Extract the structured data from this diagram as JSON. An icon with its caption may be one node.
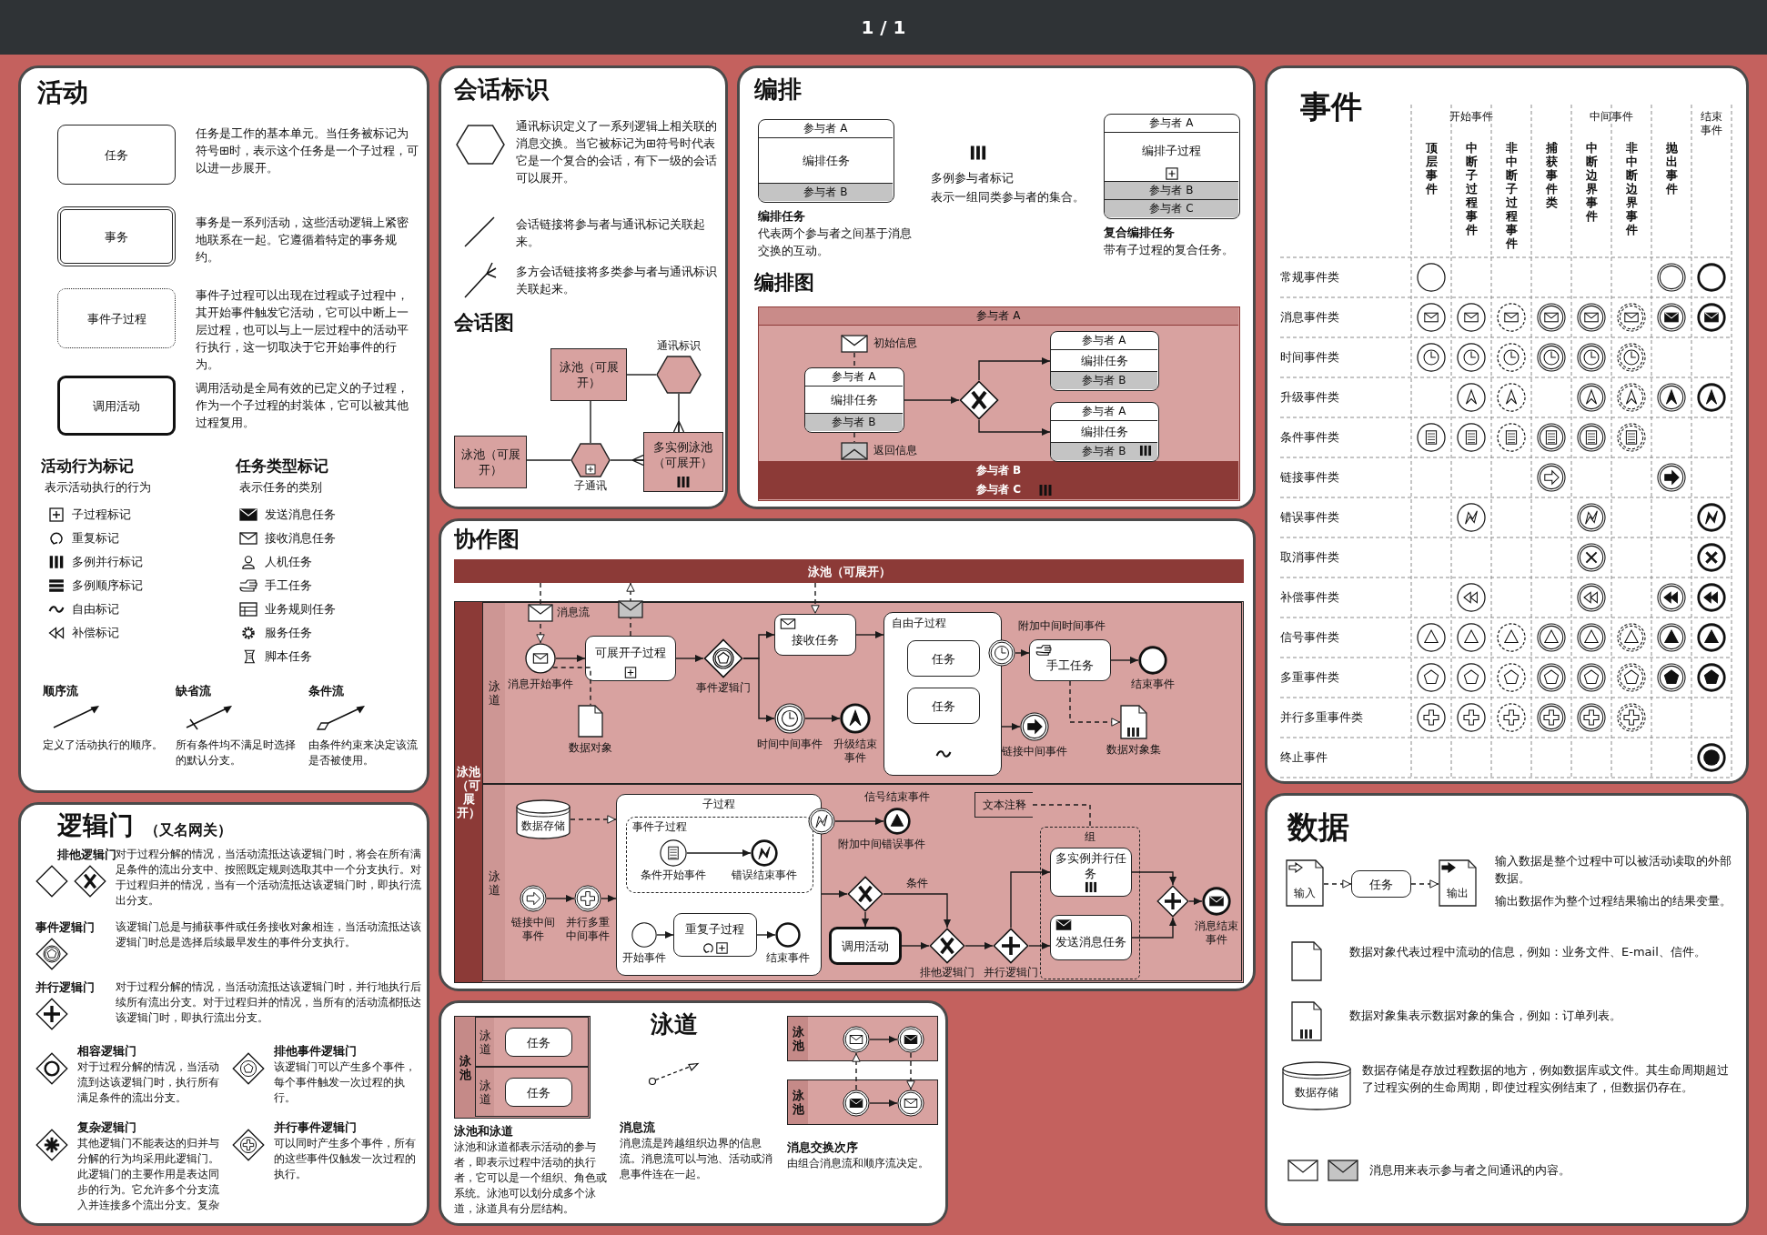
{
  "diagram": {
    "nodes": [
      {
        "text": [
          "活动"
        ]
      },
      {
        "text": [
          "任务"
        ],
        "in": 0,
        "beside": [
          "任务是工作的基本单元。当任务被标记为符号⊞时，表示这个任务是一个子过程，可以进一步展开。"
        ]
      },
      {
        "text": [
          "事务"
        ],
        "in": 0,
        "beside": [
          "事务是一系列活动，这些活动逻辑上紧密地联系在一起。它遵循着特定的事务规约。"
        ]
      },
      {
        "text": [
          "事件子过程"
        ],
        "in": 0,
        "beside": [
          "事件子过程可以出现在过程或子过程中，其开始事件触发它活动，它可以中断上一层过程，也可以与上一层过程中的活动平行执行，这一切取决于它开始事件的行为。"
        ]
      },
      {
        "text": [
          "调用活动"
        ],
        "in": 0,
        "beside": [
          "调用活动是全局有效的已定义的子过程，作为一个子过程的封装体，它可以被其他过程复用。"
        ]
      },
      {
        "text": [
          "会话标识"
        ]
      },
      {
        "text": [],
        "shape": "hexagon",
        "in": 5,
        "beside": [
          "通讯标识定义了一系列逻辑上相关联的消息交换。当它被标记为⊞符号时代表它是一个复合的会话，有下一级的会话可以展开。"
        ]
      },
      {
        "text": [
          "泳池（可展开）"
        ],
        "in": 5
      },
      {
        "text": [],
        "shape": "hexagon",
        "in": 5,
        "beside": [
          "通讯标识"
        ]
      },
      {
        "text": [
          "泳池（可展开）"
        ],
        "in": 5
      },
      {
        "text": [],
        "shape": "hexagon",
        "in": 5,
        "beside": [
          "子通讯"
        ]
      },
      {
        "text": [
          "多实例泳池（可展开）"
        ],
        "in": 5
      },
      {
        "text": [
          "编排"
        ]
      },
      {
        "text": [
          "参与者 A",
          "编排任务",
          "参与者 B"
        ],
        "in": 12,
        "beside": [
          "编排任务",
          "代表两个参与者之间基于消息交换的互动。"
        ]
      },
      {
        "text": [
          "参与者 A",
          "编排子过程",
          "参与者 B",
          "参与者 C"
        ],
        "in": 12,
        "beside": [
          "复合编排任务",
          "带有子过程的复合任务。"
        ]
      },
      {
        "text": [
          "参与者 A",
          "参与者 B",
          "参与者 C"
        ],
        "in": 12
      },
      {
        "text": [],
        "shape": "envelope",
        "in": 15,
        "beside": [
          "初始信息"
        ]
      },
      {
        "text": [
          "参与者 A",
          "编排任务",
          "参与者 B"
        ],
        "in": 15
      },
      {
        "text": [],
        "shape": "envelope",
        "in": 15,
        "beside": [
          "返回信息"
        ]
      },
      {
        "text": [],
        "shape": "diamond",
        "in": 15
      },
      {
        "text": [
          "参与者 A",
          "编排任务",
          "参与者 B"
        ],
        "in": 15
      },
      {
        "text": [
          "参与者 A",
          "编排任务",
          "参与者 B"
        ],
        "in": 15
      },
      {
        "text": [
          "协作图"
        ]
      },
      {
        "text": [
          "泳池（可展开）"
        ],
        "in": 22
      },
      {
        "text": [
          "泳池（可展开）"
        ],
        "in": 22
      },
      {
        "text": [
          "泳道"
        ],
        "in": 24
      },
      {
        "text": [
          "泳道"
        ],
        "in": 24
      },
      {
        "text": [],
        "shape": "circle",
        "in": 25,
        "beside": [
          "消息开始事件"
        ]
      },
      {
        "text": [],
        "shape": "document",
        "in": 25,
        "beside": [
          "数据对象"
        ]
      },
      {
        "text": [
          "可展开子过程"
        ],
        "in": 25
      },
      {
        "text": [],
        "shape": "diamond",
        "in": 25,
        "beside": [
          "事件逻辑门"
        ]
      },
      {
        "text": [
          "接收任务"
        ],
        "in": 25
      },
      {
        "text": [],
        "shape": "circle",
        "in": 25,
        "beside": [
          "时间中间事件"
        ]
      },
      {
        "text": [],
        "shape": "circle",
        "in": 25,
        "beside": [
          "升级结束事件"
        ]
      },
      {
        "text": [
          "自由子过程"
        ],
        "in": 25
      },
      {
        "text": [
          "任务"
        ],
        "in": 34
      },
      {
        "text": [
          "任务"
        ],
        "in": 34
      },
      {
        "text": [],
        "shape": "circle",
        "in": 25,
        "beside": [
          "附加中间时间事件"
        ]
      },
      {
        "text": [
          "手工任务"
        ],
        "in": 25
      },
      {
        "text": [],
        "shape": "circle",
        "in": 25,
        "beside": [
          "结束事件"
        ]
      },
      {
        "text": [],
        "shape": "circle",
        "in": 25,
        "beside": [
          "链接中间事件"
        ]
      },
      {
        "text": [],
        "shape": "document",
        "in": 25,
        "beside": [
          "数据对象集"
        ]
      },
      {
        "text": [
          "数据存储"
        ],
        "in": 26
      },
      {
        "text": [],
        "shape": "circle",
        "in": 26,
        "beside": [
          "链接中间事件"
        ]
      },
      {
        "text": [],
        "shape": "circle",
        "in": 26,
        "beside": [
          "并行多重中间事件"
        ]
      },
      {
        "text": [
          "子过程"
        ],
        "in": 26
      },
      {
        "text": [
          "事件子过程"
        ],
        "in": 45
      },
      {
        "text": [],
        "shape": "circle",
        "in": 46,
        "beside": [
          "条件开始事件"
        ]
      },
      {
        "text": [],
        "shape": "circle",
        "in": 46,
        "beside": [
          "错误结束事件"
        ]
      },
      {
        "text": [],
        "shape": "circle",
        "in": 45,
        "beside": [
          "开始事件"
        ]
      },
      {
        "text": [
          "重复子过程"
        ],
        "in": 45
      },
      {
        "text": [],
        "shape": "circle",
        "in": 45,
        "beside": [
          "结束事件"
        ]
      },
      {
        "text": [],
        "shape": "circle",
        "in": 26,
        "beside": [
          "附加中间错误事件"
        ]
      },
      {
        "text": [],
        "shape": "circle",
        "in": 26,
        "beside": [
          "信号结束事件"
        ]
      },
      {
        "text": [],
        "shape": "diamond",
        "in": 26
      },
      {
        "text": [
          "调用活动"
        ],
        "in": 26
      },
      {
        "text": [],
        "shape": "diamond",
        "in": 26,
        "beside": [
          "排他逻辑门"
        ]
      },
      {
        "text": [],
        "shape": "diamond",
        "in": 26,
        "beside": [
          "并行逻辑门"
        ]
      },
      {
        "text": [
          "组"
        ],
        "in": 26
      },
      {
        "text": [
          "多实例并行任务"
        ],
        "in": 58
      },
      {
        "text": [
          "发送消息任务"
        ],
        "in": 58
      },
      {
        "text": [
          "文本注释"
        ],
        "in": 26
      },
      {
        "text": [],
        "shape": "diamond",
        "in": 26
      },
      {
        "text": [],
        "shape": "circle",
        "in": 26,
        "beside": [
          "消息结束事件"
        ]
      },
      {
        "text": [
          "事件"
        ]
      },
      {
        "text": [
          "逻辑门",
          "（又名网关）"
        ]
      },
      {
        "text": [],
        "shape": "diamond",
        "in": 65
      },
      {
        "text": [],
        "shape": "diamond",
        "in": 65,
        "beside": [
          "排他逻辑门",
          "对于过程分解的情况，当活动流抵达该逻辑门时，将会在所有满足条件的流出分支中、按照既定规则选取其中一个分支执行。对于过程归并的情况，当有一个活动流抵达该逻辑门时，即执行流出分支。"
        ]
      },
      {
        "text": [],
        "shape": "diamond",
        "in": 65,
        "beside": [
          "事件逻辑门",
          "该逻辑门总是与捕获事件或任务接收对象相连，当活动流抵达该逻辑门时总是选择后续最早发生的事件分支执行。"
        ]
      },
      {
        "text": [],
        "shape": "diamond",
        "in": 65,
        "beside": [
          "并行逻辑门",
          "对于过程分解的情况，当活动流抵达该逻辑门时，并行地执行后续所有流出分支。对于过程归并的情况，当所有的活动流都抵达该逻辑门时，即执行流出分支。"
        ]
      },
      {
        "text": [],
        "shape": "diamond",
        "in": 65,
        "beside": [
          "相容逻辑门",
          "对于过程分解的情况，当活动流到达该逻辑门时，执行所有满足条件的流出分支。"
        ]
      },
      {
        "text": [],
        "shape": "diamond",
        "in": 65,
        "beside": [
          "排他事件逻辑门",
          "该逻辑门可以产生多个事件，每个事件触发一次过程的执行。"
        ]
      },
      {
        "text": [],
        "shape": "diamond",
        "in": 65,
        "beside": [
          "复杂逻辑门",
          "其他逻辑门不能表达的归并与分解的行为均采用此逻辑门。此逻辑门的主要作用是表达同步的行为。它允许多个分支流入并连接多个流出分支。复杂"
        ]
      },
      {
        "text": [],
        "shape": "diamond",
        "in": 65,
        "beside": [
          "并行事件逻辑门",
          "可以同时产生多个事件，所有的这些事件仅触发一次过程的执行。"
        ]
      },
      {
        "text": [
          "泳道"
        ]
      },
      {
        "text": [
          "泳池"
        ],
        "in": 74,
        "beside": [
          "泳池和泳道",
          "泳池和泳道都表示活动的参与者，即表示过程中活动的执行者，它可以是一个组织、角色或系统。泳池可以划分成多个泳道，泳道具有分层结构。"
        ]
      },
      {
        "text": [
          "泳道"
        ],
        "in": 75
      },
      {
        "text": [
          "任务"
        ],
        "in": 76
      },
      {
        "text": [
          "泳道"
        ],
        "in": 75
      },
      {
        "text": [
          "任务"
        ],
        "in": 78
      },
      {
        "text": [
          "泳池"
        ],
        "in": 74
      },
      {
        "text": [],
        "shape": "circle",
        "in": 80
      },
      {
        "text": [],
        "shape": "circle",
        "in": 80
      },
      {
        "text": [
          "泳池"
        ],
        "in": 74
      },
      {
        "text": [],
        "shape": "circle",
        "in": 83
      },
      {
        "text": [],
        "shape": "circle",
        "in": 83
      },
      {
        "text": [
          "数据"
        ]
      },
      {
        "text": [
          "输入"
        ],
        "in": 86
      },
      {
        "text": [
          "任务"
        ],
        "in": 86
      },
      {
        "text": [
          "输出"
        ],
        "in": 86
      },
      {
        "text": [],
        "shape": "document",
        "in": 86,
        "beside": [
          "数据对象代表过程中流动的信息，例如：业务文件、E-mail、信件。"
        ]
      },
      {
        "text": [],
        "shape": "document",
        "in": 86,
        "beside": [
          "数据对象集表示数据对象的集合，例如：订单列表。"
        ]
      },
      {
        "text": [
          "数据存储"
        ],
        "in": 86,
        "beside": [
          "数据存储是存放过程数据的地方，例如数据库或文件。其生命周期超过了过程实例的生命周期，即使过程实例结束了，但数据仍存在。"
        ]
      },
      {
        "text": [],
        "shape": "envelope",
        "in": 86
      },
      {
        "text": [],
        "shape": "envelope",
        "in": 86,
        "beside": [
          "消息用来表示参与者之间通讯的内容。"
        ]
      }
    ],
    "edges": [
      {
        "from": 7,
        "to": 8,
        "arrow": "none"
      },
      {
        "from": 7,
        "to": 10,
        "arrow": "none"
      },
      {
        "from": 9,
        "to": 10,
        "arrow": "none"
      },
      {
        "from": 10,
        "to": 11,
        "arrow": "other"
      },
      {
        "from": 8,
        "to": 11,
        "arrow": "other"
      },
      {
        "from": 16,
        "to": 17,
        "arrow": "none",
        "style": "dashed"
      },
      {
        "from": 17,
        "to": 18,
        "arrow": "none",
        "style": "dashed"
      },
      {
        "from": 17,
        "to": 19,
        "arrow": "to"
      },
      {
        "from": 19,
        "to": 20,
        "arrow": "to"
      },
      {
        "from": 19,
        "to": 21,
        "arrow": "to"
      },
      {
        "from": 23,
        "to": 27,
        "arrow": "to",
        "style": "dashed",
        "label": "消息流"
      },
      {
        "from": 27,
        "to": 28,
        "arrow": "none",
        "style": "dashed"
      },
      {
        "from": 27,
        "to": 29,
        "arrow": "to"
      },
      {
        "from": 29,
        "to": 23,
        "arrow": "to",
        "style": "dashed"
      },
      {
        "from": 23,
        "to": 31,
        "arrow": "to",
        "style": "dashed"
      },
      {
        "from": 29,
        "to": 30,
        "arrow": "to"
      },
      {
        "from": 30,
        "to": 31,
        "arrow": "to"
      },
      {
        "from": 30,
        "to": 32,
        "arrow": "to"
      },
      {
        "from": 32,
        "to": 33,
        "arrow": "to"
      },
      {
        "from": 31,
        "to": 34,
        "arrow": "to"
      },
      {
        "from": 37,
        "to": 38,
        "arrow": "to"
      },
      {
        "from": 38,
        "to": 39,
        "arrow": "to"
      },
      {
        "from": 34,
        "to": 40,
        "arrow": "to"
      },
      {
        "from": 38,
        "to": 41,
        "arrow": "to",
        "style": "dashed"
      },
      {
        "from": 42,
        "to": 45,
        "arrow": "to",
        "style": "dashed"
      },
      {
        "from": 43,
        "to": 44,
        "arrow": "to"
      },
      {
        "from": 44,
        "to": 45,
        "arrow": "to"
      },
      {
        "from": 47,
        "to": 48,
        "arrow": "to"
      },
      {
        "from": 49,
        "to": 50,
        "arrow": "to"
      },
      {
        "from": 50,
        "to": 51,
        "arrow": "to"
      },
      {
        "from": 52,
        "to": 53,
        "arrow": "to"
      },
      {
        "from": 45,
        "to": 54,
        "arrow": "to"
      },
      {
        "from": 54,
        "to": 55,
        "arrow": "to"
      },
      {
        "from": 54,
        "to": 56,
        "arrow": "to",
        "label": "条件"
      },
      {
        "from": 55,
        "to": 56,
        "arrow": "to"
      },
      {
        "from": 56,
        "to": 57,
        "arrow": "to"
      },
      {
        "from": 57,
        "to": 59,
        "arrow": "to"
      },
      {
        "from": 57,
        "to": 60,
        "arrow": "to"
      },
      {
        "from": 61,
        "to": 58,
        "arrow": "none",
        "style": "dashed"
      },
      {
        "from": 59,
        "to": 62,
        "arrow": "to"
      },
      {
        "from": 60,
        "to": 62,
        "arrow": "to"
      },
      {
        "from": 62,
        "to": 63,
        "arrow": "to"
      },
      {
        "from": 81,
        "to": 82,
        "arrow": "to"
      },
      {
        "from": 84,
        "to": 85,
        "arrow": "to"
      },
      {
        "from": 84,
        "to": 81,
        "arrow": "to",
        "style": "dashed"
      },
      {
        "from": 82,
        "to": 85,
        "arrow": "to",
        "style": "dashed"
      },
      {
        "from": 87,
        "to": 88,
        "arrow": "to",
        "style": "dashed"
      },
      {
        "from": 88,
        "to": 89,
        "arrow": "to",
        "style": "dashed"
      }
    ],
    "labels": [
      "1 / 1",
      "活动行为标记",
      "表示活动执行的行为",
      "子过程标记",
      "重复标记",
      "多例并行标记",
      "多例顺序标记",
      "自由标记",
      "补偿标记",
      "任务类型标记",
      "表示任务的类别",
      "发送消息任务",
      "接收消息任务",
      "人机任务",
      "手工任务",
      "业务规则任务",
      "服务任务",
      "脚本任务",
      "顺序流",
      "定义了活动执行的顺序。",
      "缺省流",
      "所有条件均不满足时选择的默认分支。",
      "条件流",
      "由条件约束来决定该流是否被使用。",
      "会话链接将参与者与通讯标记关联起来。",
      "多方会话链接将多类参与者与通讯标识关联起来。",
      "会话图",
      "多例参与者标记",
      "表示一组同类参与者的集合。",
      "编排图",
      "开始事件",
      "中间事件",
      "结束事件",
      "顶层事件",
      "中断子过程事件",
      "非中断子过程事件",
      "捕获事件类",
      "中断边界事件",
      "非中断边界事件",
      "抛出事件",
      "常规事件类",
      "消息事件类",
      "时间事件类",
      "升级事件类",
      "条件事件类",
      "链接事件类",
      "错误事件类",
      "取消事件类",
      "补偿事件类",
      "信号事件类",
      "多重事件类",
      "并行多重事件类",
      "终止事件",
      "消息流",
      "消息流是跨越组织边界的信息流。消息流可以与池、活动或消息事件连在一起。",
      "消息交换次序",
      "由组合消息流和顺序流决定。",
      "输入数据是整个过程中可以被活动读取的外部数据。",
      "输出数据作为整个过程结果输出的结果变量。"
    ]
  }
}
